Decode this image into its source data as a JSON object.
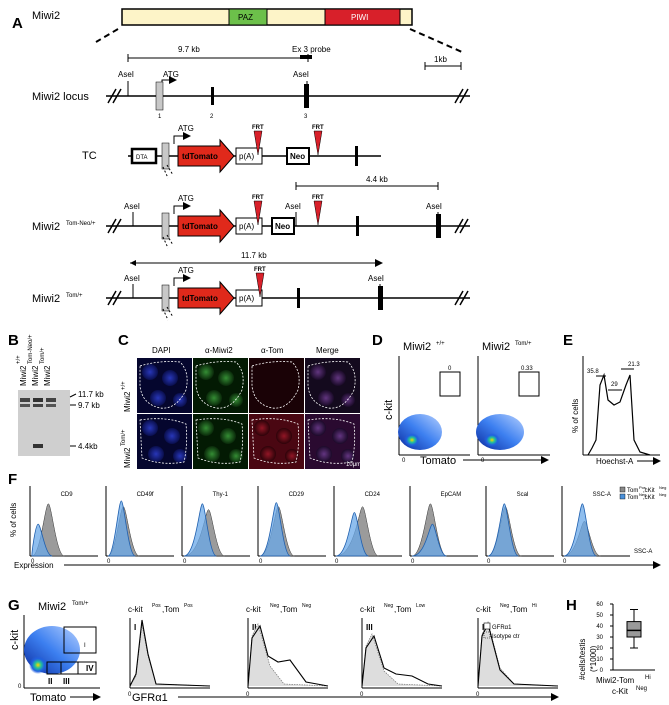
{
  "panels": {
    "A": "A",
    "B": "B",
    "C": "C",
    "D": "D",
    "E": "E",
    "F": "F",
    "G": "G",
    "H": "H"
  },
  "panel_a": {
    "protein_label": "Miwi2",
    "domain_paz": "PAZ",
    "domain_piwi": "PIWI",
    "dist_9_7": "9.7 kb",
    "probe": "Ex 3 probe",
    "scale": "1kb",
    "locus_label": "Miwi2  locus",
    "asel": "AseI",
    "atg": "ATG",
    "exon1": "1",
    "exon2": "2",
    "exon3": "3",
    "tc_label": "TC",
    "dta": "DTA",
    "tdtomato": "tdTomato",
    "pa": "p(A)",
    "frt": "FRT",
    "neo": "Neo",
    "dist_4_4": "4.4 kb",
    "allele_neo": "Miwi2",
    "allele_neo_sup": "Tom-Neo/+",
    "dist_11_7": "11.7 kb",
    "allele_tom": "Miwi2",
    "allele_tom_sup": "Tom/+"
  },
  "panel_b": {
    "lanes": [
      {
        "name": "Miwi2",
        "sup": "+/+"
      },
      {
        "name": "Miwi2",
        "sup": "Tom-Neo/+"
      },
      {
        "name": "Miwi2",
        "sup": "Tom/+"
      }
    ],
    "bands": [
      "11.7 kb",
      "9.7 kb",
      "4.4kb"
    ]
  },
  "panel_c": {
    "columns": [
      "DAPI",
      "α-Miwi2",
      "α-Tom",
      "Merge"
    ],
    "row1": "Miwi2",
    "row1_sup": "+/+",
    "row2": "Miwi2",
    "row2_sup": "Tom/+",
    "scale": "10μm",
    "colors": {
      "dapi": "#1a2a9e",
      "green": "#2f8a2f",
      "red": "#8a1020"
    }
  },
  "panel_d": {
    "plot1_title": "Miwi2",
    "plot1_sup": "+/+",
    "plot1_gate": "0",
    "plot2_title": "Miwi2",
    "plot2_sup": "Tom/+",
    "plot2_gate": "0.33",
    "ylabel": "c-kit",
    "xlabel": "Tomato",
    "zero": "0"
  },
  "panel_e": {
    "v1": "35.8",
    "v2": "21.3",
    "v3": "29",
    "ylabel": "% of cells",
    "xlabel": "Hoechst-A"
  },
  "panel_f": {
    "markers": [
      "CD9",
      "CD49f",
      "Thy-1",
      "CD29",
      "CD24",
      "EpCAM",
      "ScaI",
      "SSC-A"
    ],
    "ylabel": "% of cells",
    "xlabel": "Expression",
    "legend1": "Tom",
    "legend1_sup": "Pos",
    "legend1_b": ",cKit",
    "legend1_b_sup": "Neg",
    "legend2": "Tom",
    "legend2_sup": "Neg",
    "legend2_b": ",cKit",
    "legend2_b_sup": "Neg",
    "zero": "0"
  },
  "panel_g": {
    "title": "Miwi2",
    "title_sup": "Tom/+",
    "ylabel": "c-kit",
    "xlabel": "Tomato",
    "hxlabel": "GFRα1",
    "gates": [
      "I",
      "II",
      "III",
      "IV"
    ],
    "subs": [
      {
        "a": "c-kit",
        "asup": "Pos",
        "b": ",Tom",
        "bsup": "Pos",
        "roman": "I"
      },
      {
        "a": "c-kit",
        "asup": "Neg",
        "b": ",Tom",
        "bsup": "Neg",
        "roman": "II"
      },
      {
        "a": "c-kit",
        "asup": "Neg",
        "b": ",Tom",
        "bsup": "Low",
        "roman": "III"
      },
      {
        "a": "c-kit",
        "asup": "Neg",
        "b": ",Tom",
        "bsup": "Hi",
        "roman": "IV"
      }
    ],
    "legend_gfr": "GFRα1",
    "legend_iso": "Isotype ctr",
    "zero": "0"
  },
  "panel_h": {
    "ylabel": "#cells/testis",
    "ylabel2": "(*1000)",
    "yticks": [
      "0",
      "10",
      "20",
      "30",
      "40",
      "50",
      "60"
    ],
    "xlabel": "Miwi2-Tom",
    "xlabel_sup": "Hi",
    "xlabel2": "c-Kit",
    "xlabel2_sup": "Neg",
    "box": {
      "min": 20,
      "q1": 30,
      "median": 36,
      "q3": 44,
      "max": 55
    },
    "ylim": [
      0,
      60
    ]
  }
}
